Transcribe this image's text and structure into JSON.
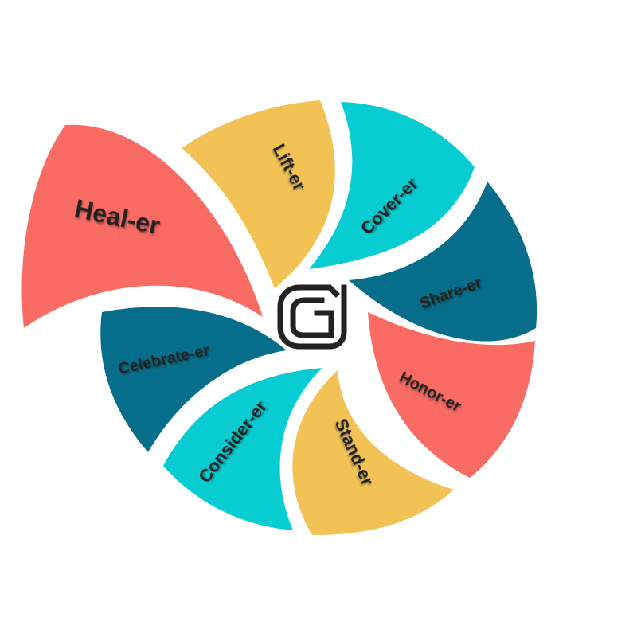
{
  "colors": {
    "coral": "#f96b63",
    "yellow": "#f2c354",
    "cyan": "#07ccd1",
    "teal": "#066e8a",
    "logo": "#222222"
  },
  "center_logo": {
    "icon": "g-logo-icon",
    "letter": "G"
  },
  "petals": [
    {
      "id": "heal",
      "label": "Heal-er",
      "color": "#f96b63"
    },
    {
      "id": "lift",
      "label": "Lift-er",
      "color": "#f2c354"
    },
    {
      "id": "cover",
      "label": "Cover-er",
      "color": "#07ccd1"
    },
    {
      "id": "share",
      "label": "Share-er",
      "color": "#066e8a"
    },
    {
      "id": "honor",
      "label": "Honor-er",
      "color": "#f96b63"
    },
    {
      "id": "stand",
      "label": "Stand-er",
      "color": "#f2c354"
    },
    {
      "id": "consider",
      "label": "Consider-er",
      "color": "#07ccd1"
    },
    {
      "id": "celebrate",
      "label": "Celebrate-er",
      "color": "#066e8a"
    }
  ]
}
